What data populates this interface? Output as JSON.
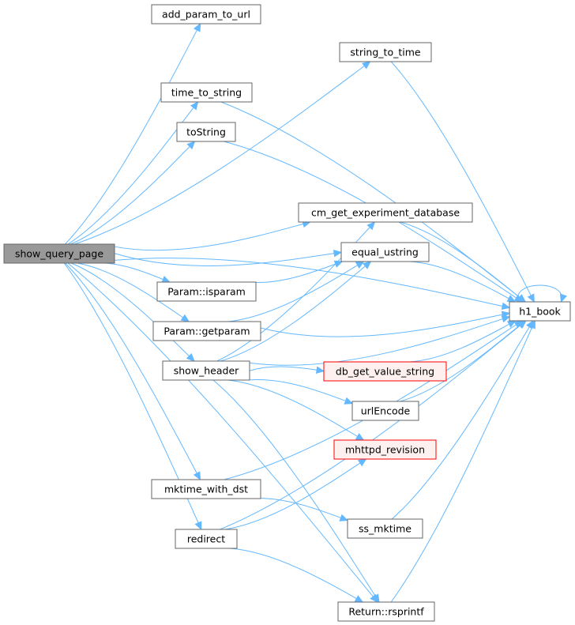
{
  "graph": {
    "nodes": [
      {
        "id": "show_query_page",
        "label": "show_query_page",
        "kind": "root"
      },
      {
        "id": "add_param_to_url",
        "label": "add_param_to_url",
        "kind": "normal"
      },
      {
        "id": "string_to_time",
        "label": "string_to_time",
        "kind": "normal"
      },
      {
        "id": "time_to_string",
        "label": "time_to_string",
        "kind": "normal"
      },
      {
        "id": "toString",
        "label": "toString",
        "kind": "normal"
      },
      {
        "id": "cm_get_experiment_database",
        "label": "cm_get_experiment_database",
        "kind": "normal"
      },
      {
        "id": "equal_ustring",
        "label": "equal_ustring",
        "kind": "normal"
      },
      {
        "id": "Param_isparam",
        "label": "Param::isparam",
        "kind": "normal"
      },
      {
        "id": "Param_getparam",
        "label": "Param::getparam",
        "kind": "normal"
      },
      {
        "id": "h1_book",
        "label": "h1_book",
        "kind": "normal"
      },
      {
        "id": "show_header",
        "label": "show_header",
        "kind": "normal"
      },
      {
        "id": "db_get_value_string",
        "label": "db_get_value_string",
        "kind": "truncated"
      },
      {
        "id": "urlEncode",
        "label": "urlEncode",
        "kind": "normal"
      },
      {
        "id": "mhttpd_revision",
        "label": "mhttpd_revision",
        "kind": "truncated"
      },
      {
        "id": "mktime_with_dst",
        "label": "mktime_with_dst",
        "kind": "normal"
      },
      {
        "id": "ss_mktime",
        "label": "ss_mktime",
        "kind": "normal"
      },
      {
        "id": "redirect",
        "label": "redirect",
        "kind": "normal"
      },
      {
        "id": "Return_rsprintf",
        "label": "Return::rsprintf",
        "kind": "normal"
      }
    ],
    "edges": [
      {
        "from": "show_query_page",
        "to": "add_param_to_url"
      },
      {
        "from": "show_query_page",
        "to": "string_to_time"
      },
      {
        "from": "show_query_page",
        "to": "time_to_string"
      },
      {
        "from": "show_query_page",
        "to": "toString"
      },
      {
        "from": "show_query_page",
        "to": "h1_book"
      },
      {
        "from": "show_query_page",
        "to": "cm_get_experiment_database"
      },
      {
        "from": "show_query_page",
        "to": "equal_ustring"
      },
      {
        "from": "show_query_page",
        "to": "Param_isparam"
      },
      {
        "from": "show_query_page",
        "to": "Param_getparam"
      },
      {
        "from": "show_query_page",
        "to": "show_header"
      },
      {
        "from": "show_query_page",
        "to": "mktime_with_dst"
      },
      {
        "from": "show_query_page",
        "to": "redirect"
      },
      {
        "from": "show_query_page",
        "to": "Return_rsprintf"
      },
      {
        "from": "string_to_time",
        "to": "h1_book"
      },
      {
        "from": "time_to_string",
        "to": "h1_book"
      },
      {
        "from": "toString",
        "to": "h1_book"
      },
      {
        "from": "cm_get_experiment_database",
        "to": "h1_book"
      },
      {
        "from": "equal_ustring",
        "to": "h1_book"
      },
      {
        "from": "Param_isparam",
        "to": "equal_ustring"
      },
      {
        "from": "Param_getparam",
        "to": "equal_ustring"
      },
      {
        "from": "Param_getparam",
        "to": "h1_book"
      },
      {
        "from": "h1_book",
        "to": "h1_book"
      },
      {
        "from": "show_header",
        "to": "cm_get_experiment_database"
      },
      {
        "from": "show_header",
        "to": "equal_ustring"
      },
      {
        "from": "show_header",
        "to": "h1_book"
      },
      {
        "from": "show_header",
        "to": "db_get_value_string"
      },
      {
        "from": "show_header",
        "to": "urlEncode"
      },
      {
        "from": "show_header",
        "to": "mhttpd_revision"
      },
      {
        "from": "show_header",
        "to": "Return_rsprintf"
      },
      {
        "from": "db_get_value_string",
        "to": "h1_book"
      },
      {
        "from": "urlEncode",
        "to": "h1_book"
      },
      {
        "from": "mktime_with_dst",
        "to": "h1_book"
      },
      {
        "from": "mktime_with_dst",
        "to": "ss_mktime"
      },
      {
        "from": "ss_mktime",
        "to": "h1_book"
      },
      {
        "from": "redirect",
        "to": "mhttpd_revision"
      },
      {
        "from": "redirect",
        "to": "h1_book"
      },
      {
        "from": "redirect",
        "to": "Return_rsprintf"
      },
      {
        "from": "Return_rsprintf",
        "to": "h1_book"
      }
    ]
  },
  "colors": {
    "edge": "#63b8ff",
    "root_fill": "#999999",
    "node_border": "#666666",
    "truncated_border": "#ff0000",
    "truncated_fill": "#fff0f0"
  }
}
